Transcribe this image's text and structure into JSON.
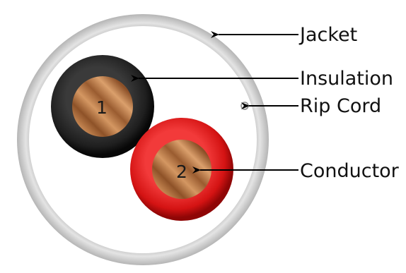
{
  "diagram": {
    "labels": {
      "jacket": "Jacket",
      "insulation": "Insulation",
      "rip_cord": "Rip Cord",
      "conductor": "Conductor"
    },
    "wires": [
      {
        "number": "1",
        "insulation_color": "#1c1c1c"
      },
      {
        "number": "2",
        "insulation_color": "#e01b1b"
      }
    ],
    "colors": {
      "jacket": "#cfcfcf",
      "conductor_copper": "#b7713f",
      "leader_line": "#000000"
    }
  }
}
